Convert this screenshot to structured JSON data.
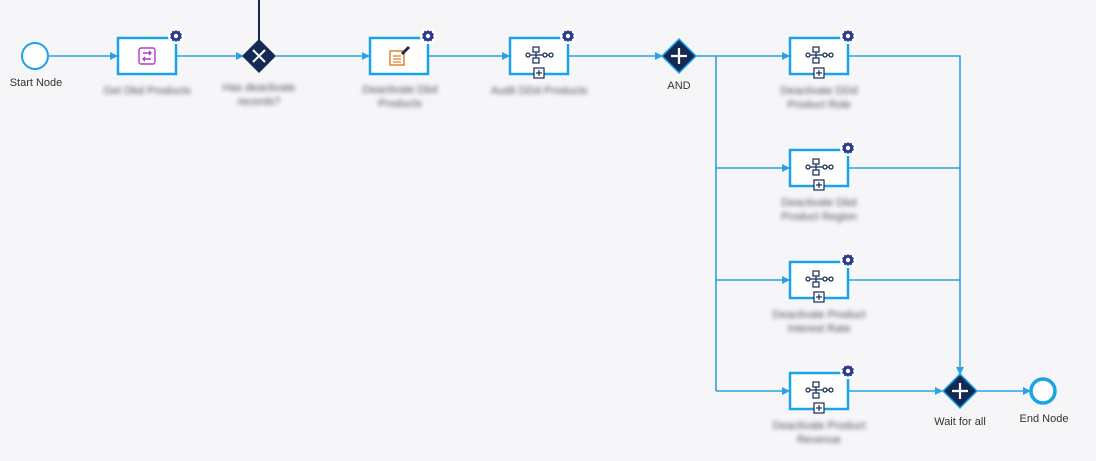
{
  "colors": {
    "flow": "#2f9fe6",
    "task_border": "#1aa4e8",
    "gateway": "#142a55",
    "gear": "#2b3a8f",
    "background": "#f6f6f9"
  },
  "nodes": {
    "start": {
      "label": "Start Node",
      "icon": "start-event-circle"
    },
    "get_products": {
      "label": "Get Dbd Products",
      "icon": "script-task-icon"
    },
    "xor_gateway": {
      "label": "Has deactivate records?",
      "icon": "exclusive-gateway-x"
    },
    "deactivate_products": {
      "label": "Deactivate Dbd Products",
      "icon": "edit-form-icon"
    },
    "audit_products": {
      "label": "Audit DDd Products",
      "icon": "subprocess-icon"
    },
    "and_gateway": {
      "label": "AND",
      "icon": "parallel-gateway-plus"
    },
    "branch1": {
      "label": "Deactivate DDd Product Role",
      "icon": "subprocess-icon"
    },
    "branch2": {
      "label": "Deactivate Dbd Product Region",
      "icon": "subprocess-icon"
    },
    "branch3": {
      "label": "Deactivate Product Interest Rate",
      "icon": "subprocess-icon"
    },
    "branch4": {
      "label": "Deactivate Product Revenue",
      "icon": "subprocess-icon"
    },
    "join_gateway": {
      "label": "Wait for all",
      "icon": "parallel-gateway-plus"
    },
    "end": {
      "label": "End Node",
      "icon": "end-event-circle"
    }
  }
}
